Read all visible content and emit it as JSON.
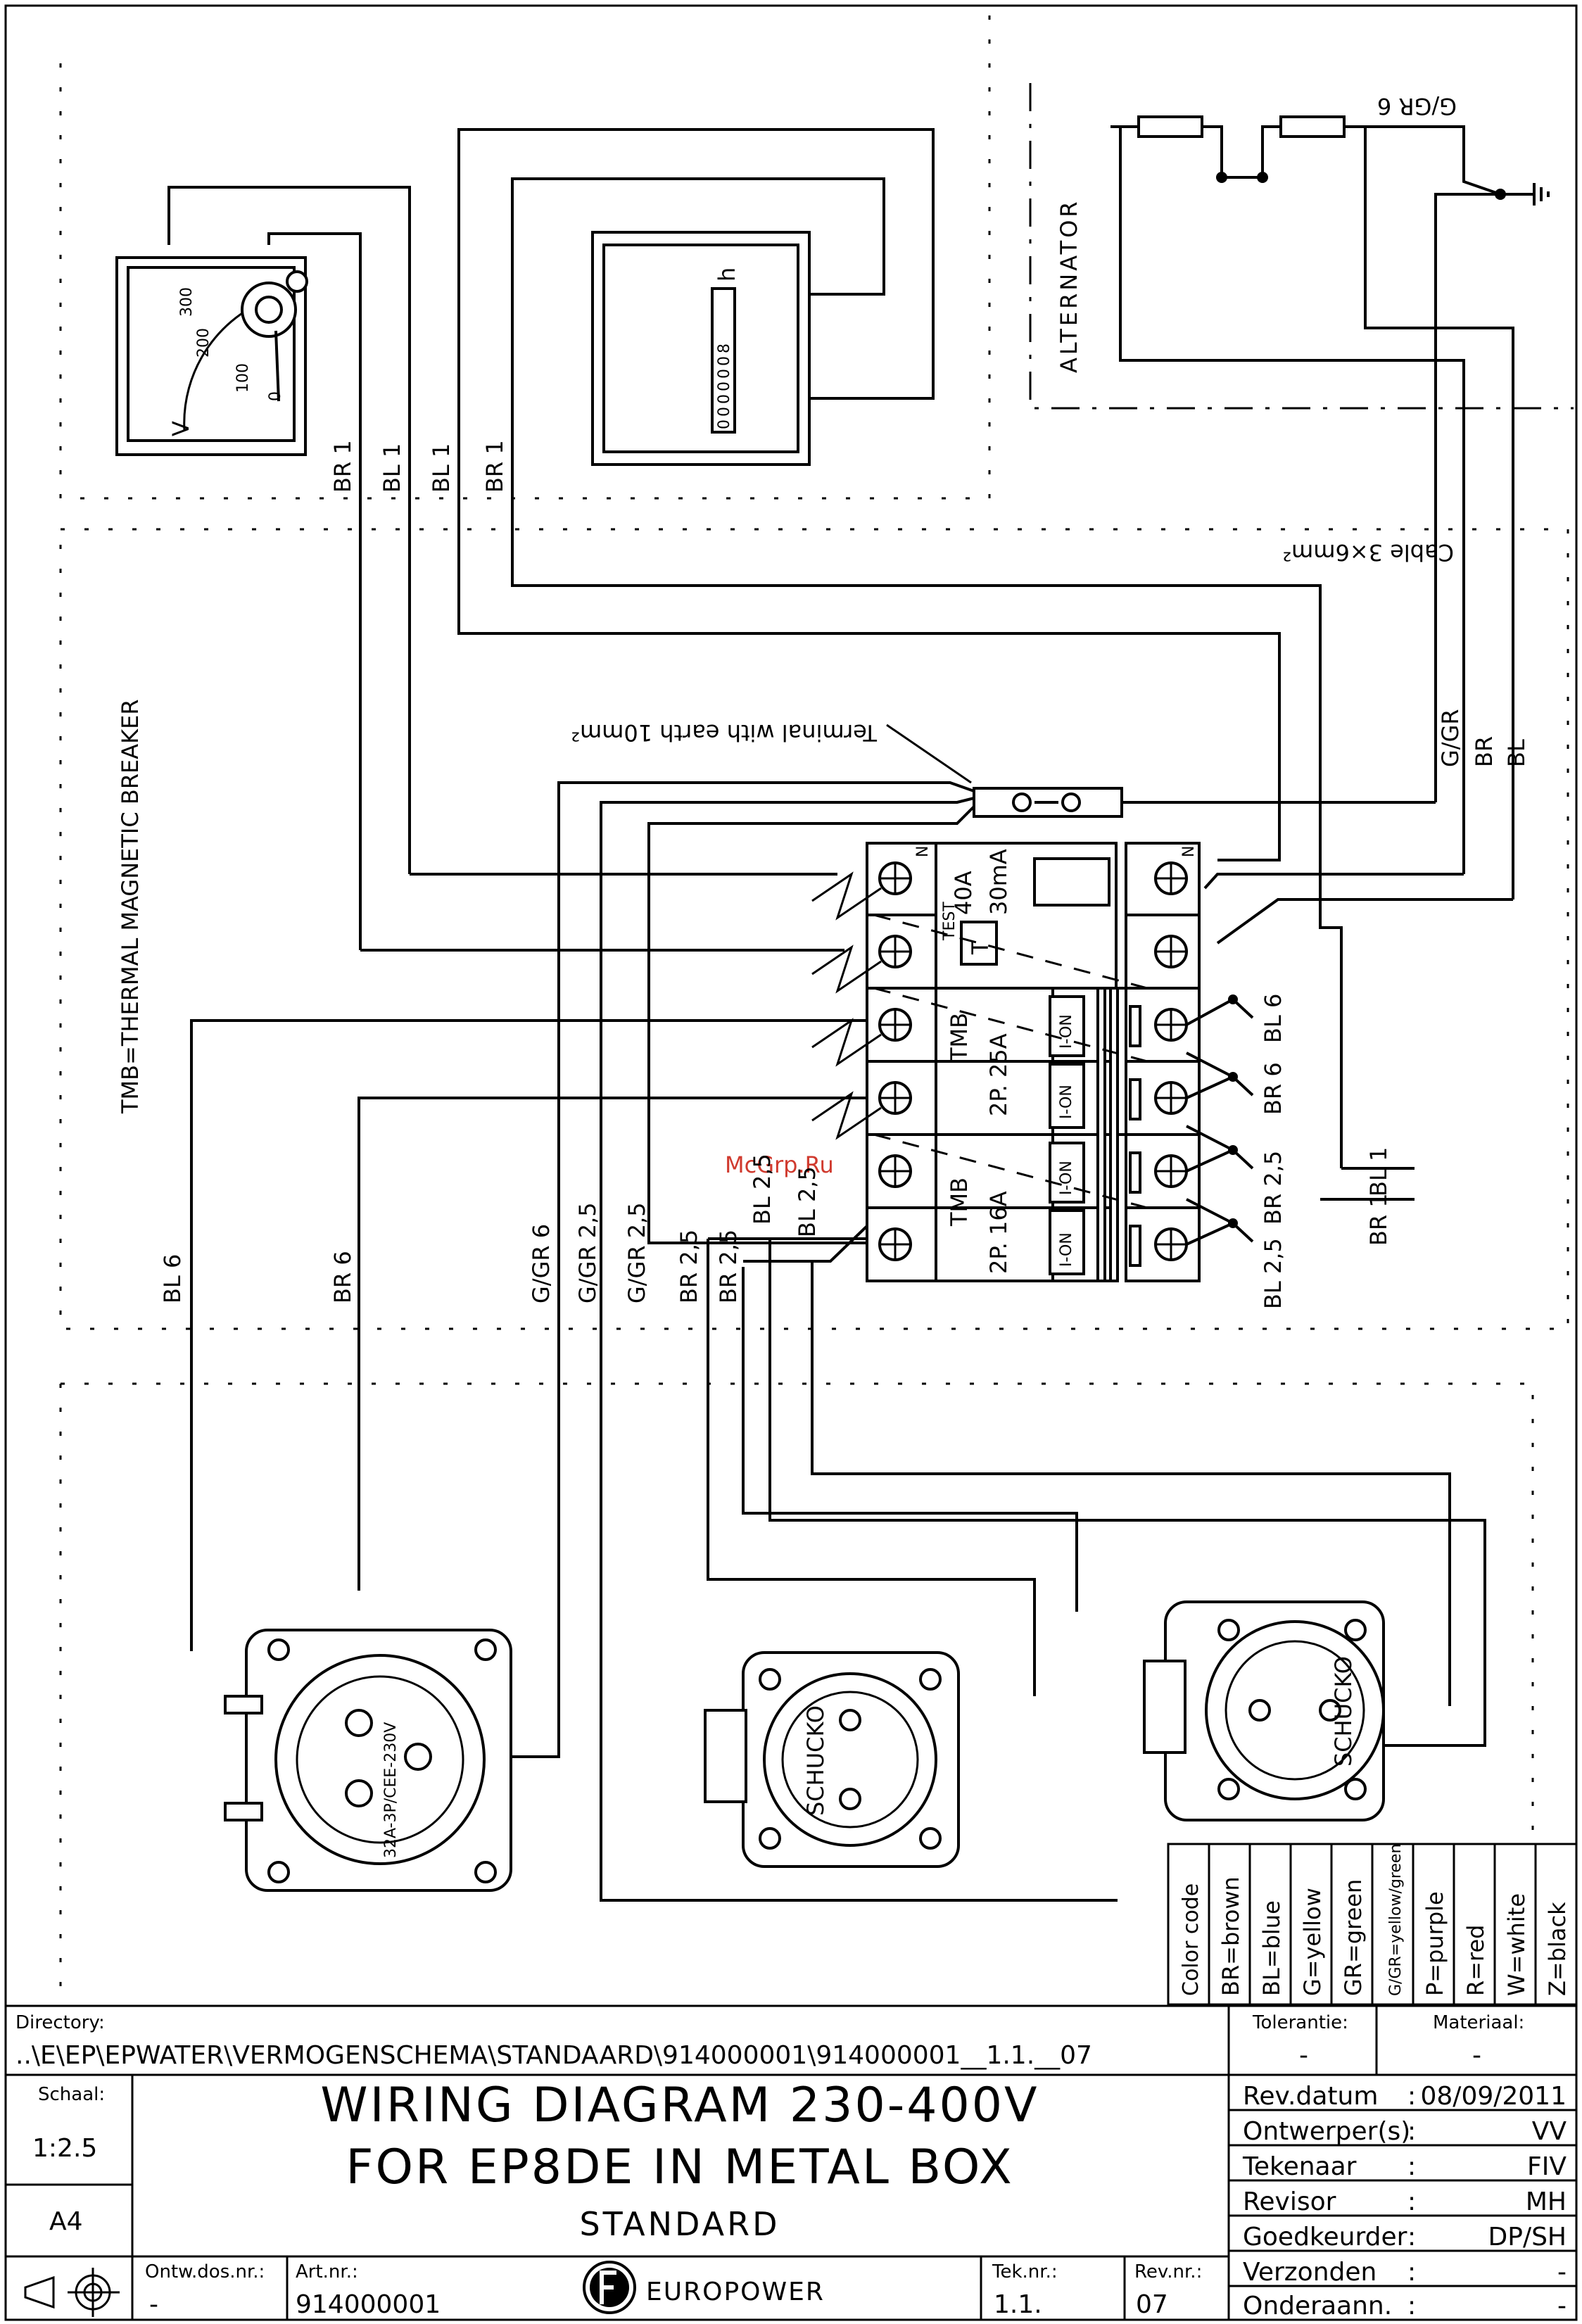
{
  "labels": {
    "alternator": "ALTERNATOR",
    "tmb_note": "TMB=THERMAL MAGNETIC BREAKER",
    "cable": "Cable 3×6mm²",
    "terminal": "Terminal with earth 10mm²",
    "watermark": "McGrp.Ru",
    "ggr6_top": "G/GR 6",
    "rcd_rating": "40A",
    "rcd_sens": "30mA",
    "rcd_test": "TEST",
    "rcd_t": "T",
    "n": "N",
    "tmb": "TMB",
    "tmb1_rating": "2P. 25A",
    "tmb2_rating": "2P. 16A",
    "on": "I-ON",
    "hour": "h",
    "counter": "0000008",
    "volt_unit": "V",
    "scale_300": "300",
    "scale_200": "200",
    "scale_100": "100",
    "scale_0": "0",
    "cee_socket": "32A-3P/CEE-230V",
    "schuko": "SCHUCKO"
  },
  "wires": {
    "br1_a": "BR 1",
    "bl1_a": "BL 1",
    "bl1_b": "BL 1",
    "br1_b": "BR 1",
    "ggr_right": "G/GR",
    "br_right": "BR",
    "bl_right": "BL",
    "bl6_r": "BL 6",
    "br6_r": "BR 6",
    "br25_r": "BR 2,5",
    "bl25_r": "BL 2,5",
    "bl1_r": "BL 1",
    "br1_r": "BR 1",
    "bl6_l": "BL 6",
    "br6_l": "BR 6",
    "ggr6_l": "G/GR 6",
    "ggr25_a": "G/GR 2,5",
    "ggr25_b": "G/GR 2,5",
    "br25_a": "BR 2,5",
    "br25_b": "BR 2,5",
    "bl25_a": "BL 2,5",
    "bl25_b": "BL 2,5"
  },
  "color_code": {
    "header": "Color code",
    "items": [
      "BR=brown",
      "BL=blue",
      "G=yellow",
      "GR=green",
      "G/GR=yellow/green",
      "P=purple",
      "R=red",
      "W=white",
      "Z=black"
    ]
  },
  "title_block": {
    "directory_label": "Directory:",
    "directory": "..\\E\\EP\\EPWATER\\VERMOGENSCHEMA\\STANDAARD\\914000001\\914000001__1.1.__07",
    "tolerantie_label": "Tolerantie:",
    "tolerantie": "-",
    "materiaal_label": "Materiaal:",
    "materiaal": "-",
    "schaal_label": "Schaal:",
    "schaal": "1:2.5",
    "format": "A4",
    "title_line1": "WIRING DIAGRAM 230-400V",
    "title_line2": "FOR EP8DE IN METAL BOX",
    "title_line3": "STANDARD",
    "ontw_label": "Ontw.dos.nr.:",
    "ontw": "-",
    "art_label": "Art.nr.:",
    "art": "914000001",
    "company": "EUROPOWER",
    "tek_label": "Tek.nr.:",
    "tek": "1.1.",
    "rev_label": "Rev.nr.:",
    "rev": "07",
    "rows": [
      {
        "label": "Rev.datum",
        "sep": ":",
        "value": "08/09/2011"
      },
      {
        "label": "Ontwerper(s)",
        "sep": ":",
        "value": "VV"
      },
      {
        "label": "Tekenaar",
        "sep": ":",
        "value": "FIV"
      },
      {
        "label": "Revisor",
        "sep": ":",
        "value": "MH"
      },
      {
        "label": "Goedkeurder",
        "sep": ":",
        "value": "DP/SH"
      },
      {
        "label": "Verzonden",
        "sep": ":",
        "value": "-"
      },
      {
        "label": "Onderaann.",
        "sep": ":",
        "value": "-"
      }
    ]
  }
}
